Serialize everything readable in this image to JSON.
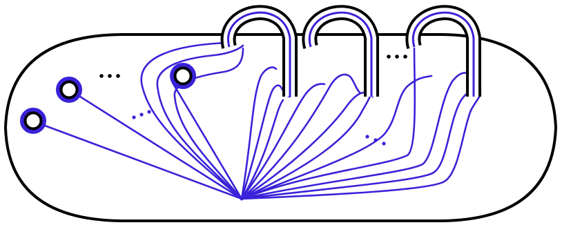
{
  "diagram": {
    "description_kind": "surface-with-boundary-and-handles",
    "colors": {
      "background": "#ffffff",
      "outline": "#000000",
      "arcs": "#3a22d8",
      "handle_stroke_inner": "#ffffff"
    },
    "boundary_components": 3,
    "handles": 3,
    "base_point_count": 1,
    "ellipsis_marks": 4
  }
}
